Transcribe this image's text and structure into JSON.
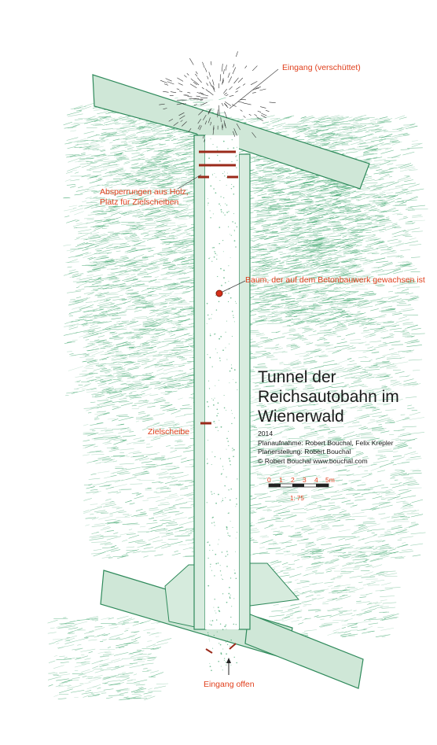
{
  "labels": {
    "entrance_buried": "Eingang (verschüttet)",
    "barriers_line1": "Absperrungen aus Holz,",
    "barriers_line2": "Platz für Zielscheiben",
    "tree": "Baum, der auf dem Betonbauwerk gewachsen ist",
    "target": "Zielscheibe",
    "entrance_open": "Eingang offen"
  },
  "title": {
    "line1": "Tunnel der",
    "line2": "Reichsautobahn im",
    "line3": "Wienerwald"
  },
  "meta": {
    "year": "2014",
    "survey": "Planaufnahme:  Robert Bouchal, Felix Krepler",
    "drawing": "Planerstellung:  Robert Bouchal",
    "copyright": "© Robert Bouchal   www.bouchal.com"
  },
  "scale": {
    "ticks": [
      "0",
      "1",
      "2",
      "3",
      "4",
      "5m"
    ],
    "ratio": "1: 75"
  },
  "colors": {
    "accent": "#e0401d",
    "wall_green": "#2f8a5b",
    "hatch_green": "#3aa46a",
    "text": "#1a1a1a"
  }
}
